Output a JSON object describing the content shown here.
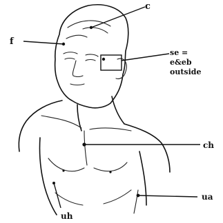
{
  "labels": {
    "c": "c",
    "f": "f",
    "se_line1": "se =",
    "se_line2": "e&eb",
    "se_line3": "outside",
    "ch": "ch",
    "ua": "ua",
    "uh": "uh"
  },
  "colors": {
    "ink": "#111111",
    "background": "#ffffff"
  }
}
